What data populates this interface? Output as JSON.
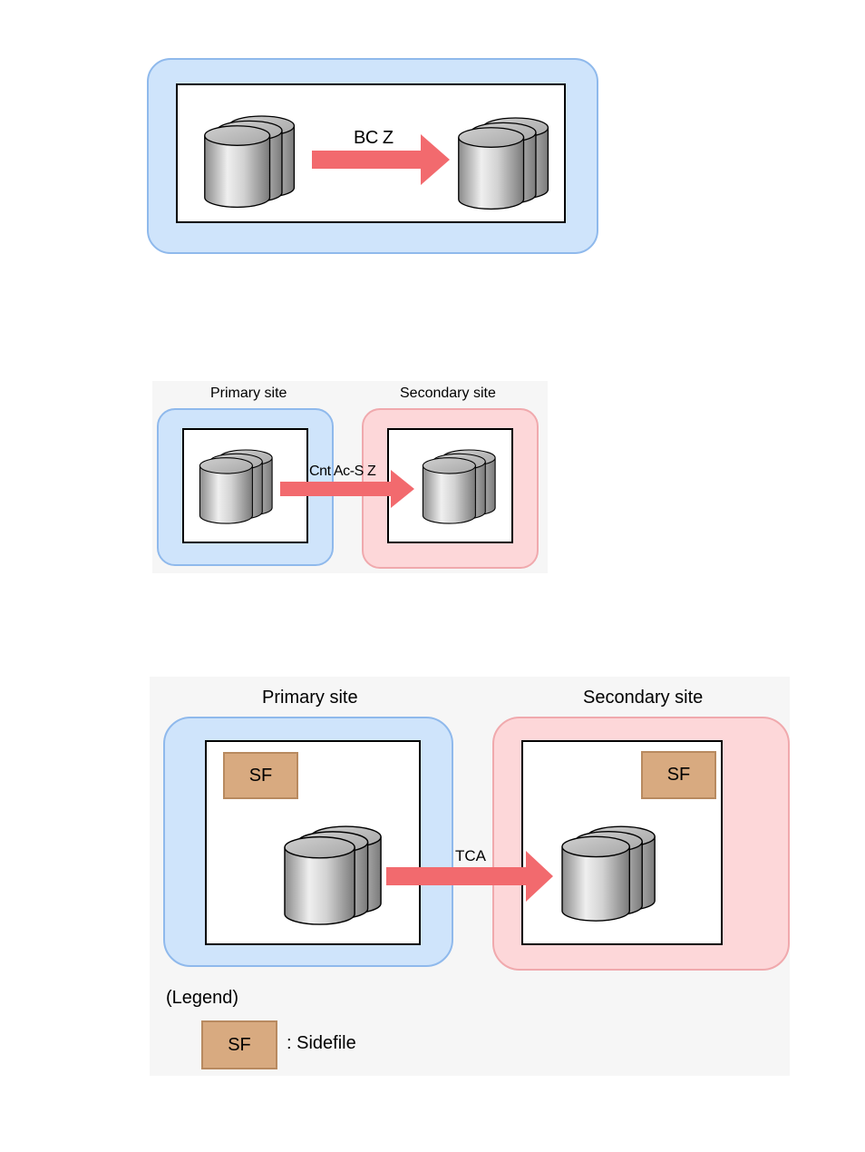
{
  "diagram1": {
    "link_label": "BC Z",
    "colors": {
      "region": "#cfe4fb",
      "arrow": "#f26a6e"
    }
  },
  "diagram2": {
    "primary_label": "Primary site",
    "secondary_label": "Secondary site",
    "link_label": "Cnt Ac-S Z",
    "colors": {
      "primary": "#cfe4fb",
      "secondary": "#fdd7d9",
      "arrow": "#f26a6e"
    }
  },
  "diagram3": {
    "primary_label": "Primary site",
    "secondary_label": "Secondary site",
    "link_label": "TCA",
    "primary_sf": "SF",
    "secondary_sf": "SF",
    "legend": {
      "title": "(Legend)",
      "sf_label": "SF",
      "sf_desc": ": Sidefile"
    },
    "colors": {
      "primary": "#cfe4fb",
      "secondary": "#fdd7d9",
      "arrow": "#f26a6e",
      "sidefile": "#d8aa80"
    }
  }
}
